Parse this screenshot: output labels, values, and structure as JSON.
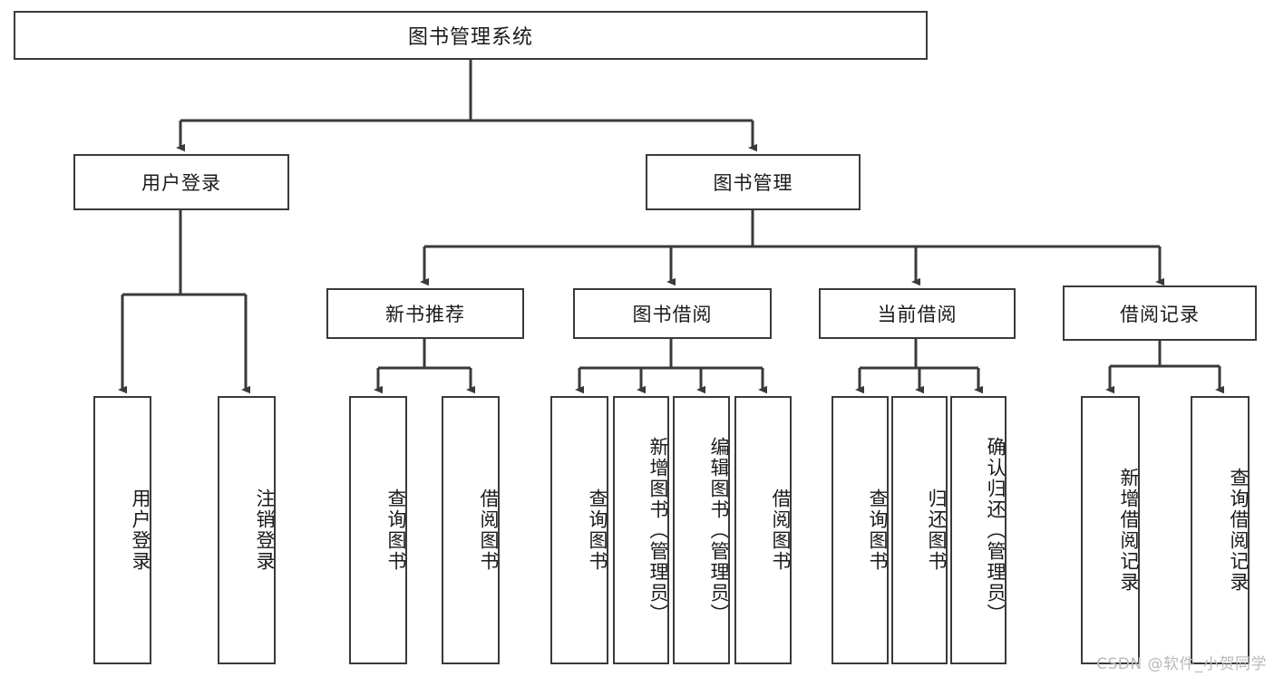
{
  "diagram": {
    "title": "图书管理系统",
    "type": "tree-hierarchy-chart",
    "colors": {
      "stroke": "#3a3a3a",
      "fill": "#ffffff",
      "text": "#1a1a1a",
      "watermark": "#b9b9b9"
    },
    "levels": {
      "root": {
        "label": "图书管理系统"
      },
      "level2": [
        {
          "label": "用户登录"
        },
        {
          "label": "图书管理"
        }
      ],
      "level3": [
        {
          "label": "新书推荐"
        },
        {
          "label": "图书借阅"
        },
        {
          "label": "当前借阅"
        },
        {
          "label": "借阅记录"
        }
      ],
      "leaves": {
        "user_login": [
          {
            "label": "用户登录"
          },
          {
            "label": "注销登录"
          }
        ],
        "new_book_recommend": [
          {
            "label": "查询图书"
          },
          {
            "label": "借阅图书"
          }
        ],
        "book_borrow": [
          {
            "label": "查询图书"
          },
          {
            "label": "新增图书（管理员）"
          },
          {
            "label": "编辑图书（管理员）"
          },
          {
            "label": "借阅图书"
          }
        ],
        "current_borrow": [
          {
            "label": "查询图书"
          },
          {
            "label": "归还图书"
          },
          {
            "label": "确认归还（管理员）"
          }
        ],
        "borrow_record": [
          {
            "label": "新增借阅记录"
          },
          {
            "label": "查询借阅记录"
          }
        ]
      }
    }
  },
  "watermark": {
    "text": "CSDN @软件_小贺同学"
  }
}
